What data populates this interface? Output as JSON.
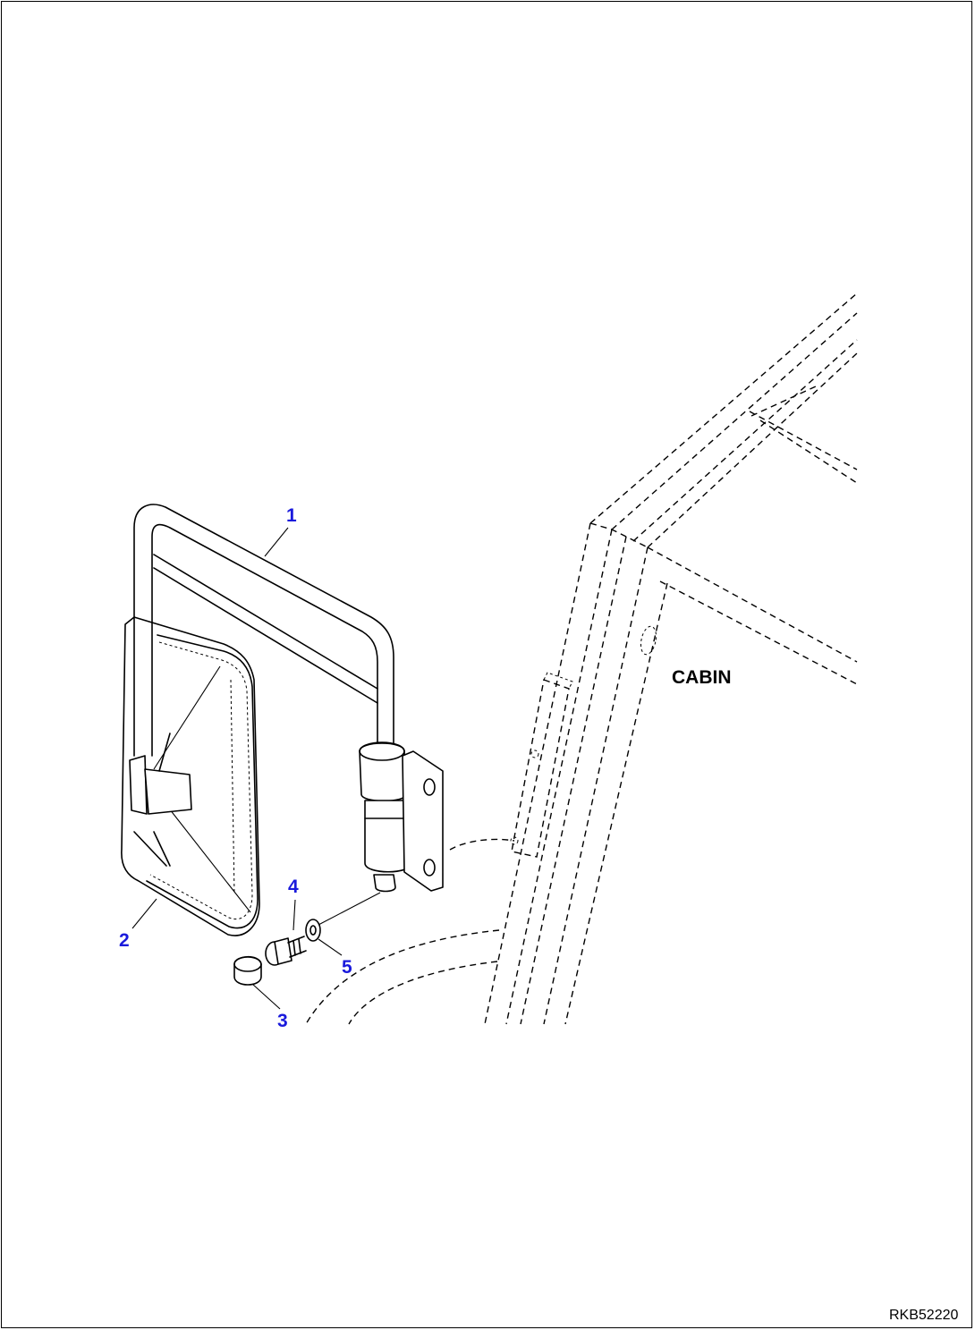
{
  "diagram": {
    "callouts": [
      "1",
      "2",
      "3",
      "4",
      "5"
    ],
    "labels": {
      "cabin": "CABIN"
    },
    "drawing_code": "RKB52220"
  }
}
